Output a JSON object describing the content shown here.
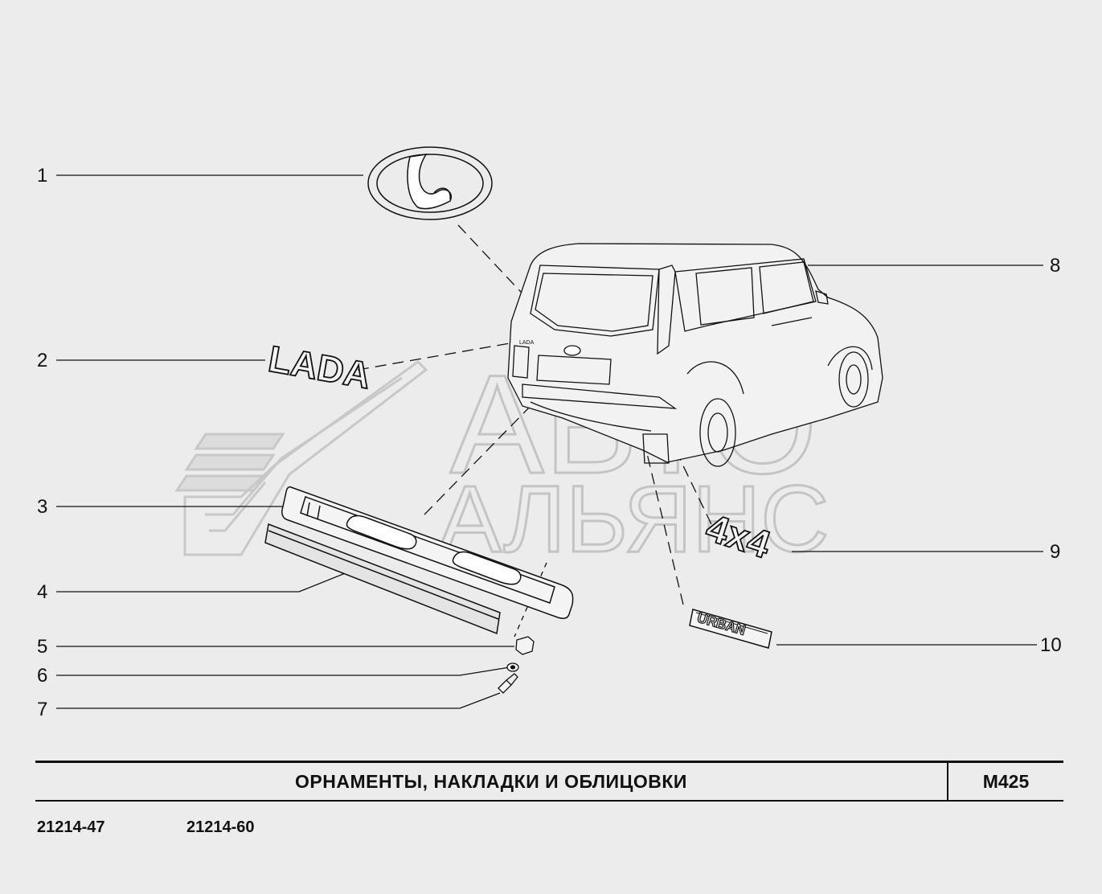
{
  "watermark": {
    "line1": "АВТО",
    "line2": "АЛЬЯНС"
  },
  "callouts": [
    {
      "num": "1",
      "part": "emblem"
    },
    {
      "num": "2",
      "part": "lada-nameplate"
    },
    {
      "num": "3",
      "part": "license-plate-trim"
    },
    {
      "num": "4",
      "part": "trim-strip"
    },
    {
      "num": "5",
      "part": "clip"
    },
    {
      "num": "6",
      "part": "washer"
    },
    {
      "num": "7",
      "part": "screw"
    },
    {
      "num": "8",
      "part": "vehicle"
    },
    {
      "num": "9",
      "part": "4x4-badge"
    },
    {
      "num": "10",
      "part": "urban-badge"
    }
  ],
  "badges": {
    "lada": "LADA",
    "fourbyfour": "4x4",
    "urban": "URBAN",
    "small_lada": "LADA"
  },
  "title": "ОРНАМЕНТЫ,  НАКЛАДКИ  И  ОБЛИЦОВКИ",
  "page_code": "М425",
  "models": [
    "21214-47",
    "21214-60"
  ]
}
